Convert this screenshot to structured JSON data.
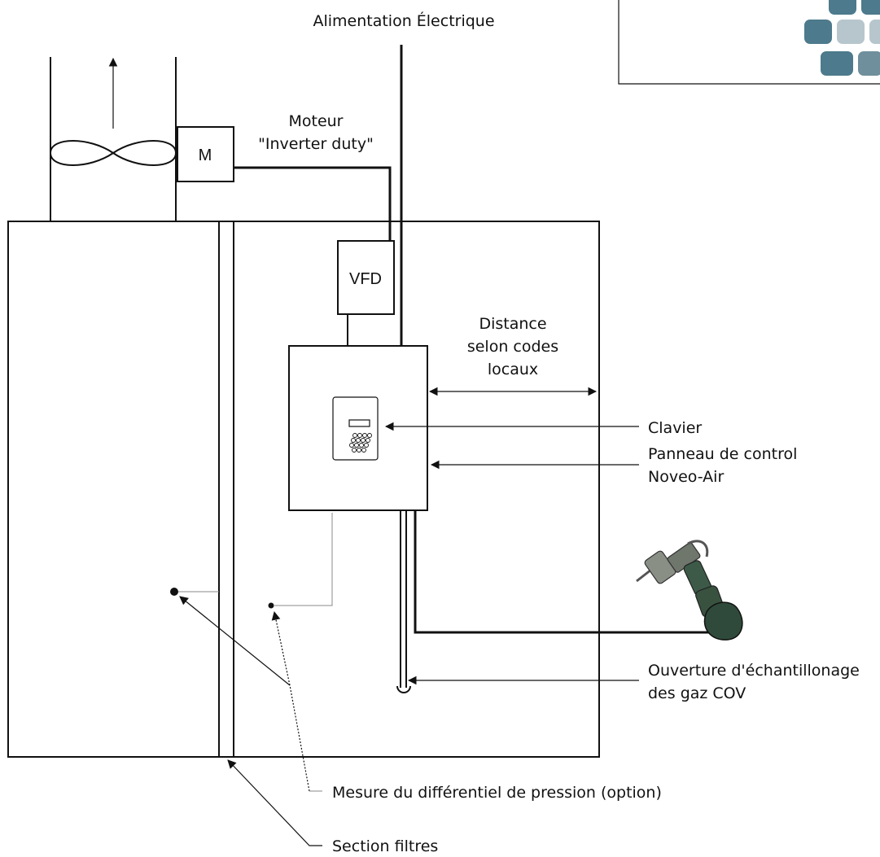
{
  "labels": {
    "power": "Alimentation Électrique",
    "motor_line1": "Moteur",
    "motor_line2": "\"Inverter duty\"",
    "motor_box": "M",
    "vfd_box": "VFD",
    "distance_line1": "Distance",
    "distance_line2": "selon codes",
    "distance_line3": "locaux",
    "keypad": "Clavier",
    "panel_line1": "Panneau de control",
    "panel_line2": "Noveo-Air",
    "sampling_line1": "Ouverture d'échantillonage",
    "sampling_line2": "des gaz COV",
    "pressure": "Mesure du différentiel de pression (option)",
    "filters": "Section filtres"
  },
  "icons": {
    "logo": "noveo-logo-icon",
    "fan": "fan-icon",
    "gas_probe": "gas-probe-icon",
    "keypad": "keypad-icon"
  },
  "colors": {
    "line": "#111111",
    "logo_dark": "#4d7a8c",
    "logo_light": "#b7c6cd",
    "probe_body": "#2f4a3a"
  }
}
